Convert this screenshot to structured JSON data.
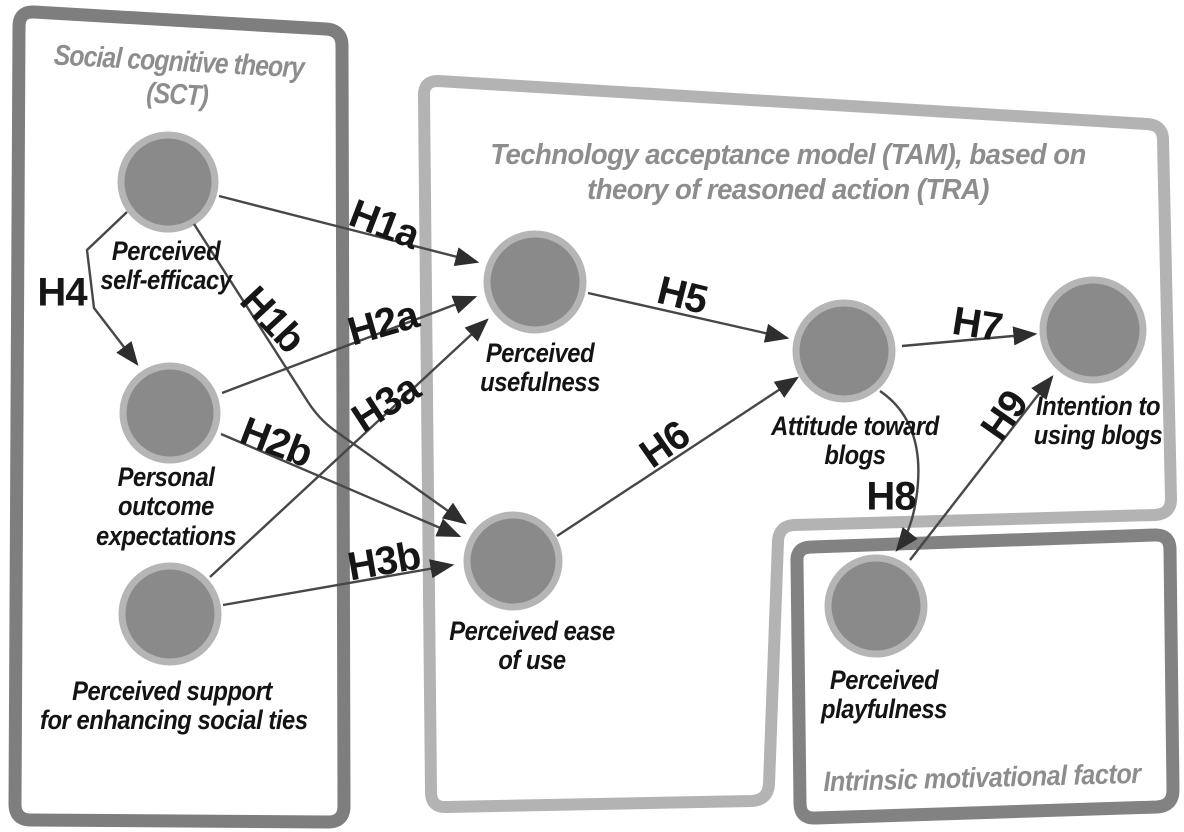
{
  "figure": {
    "boxes": {
      "sct": {
        "title_line1": "Social cognitive theory",
        "title_line2": "(SCT)",
        "border_color": "#7e7e7e"
      },
      "tam": {
        "title_line1": "Technology acceptance model (TAM), based on",
        "title_line2": "theory of reasoned action (TRA)",
        "border_color": "#b3b3b3"
      },
      "imf": {
        "title": "Intrinsic motivational factor",
        "border_color": "#828282"
      }
    },
    "nodes": [
      {
        "id": "perceived-self-efficacy",
        "lines": [
          "Perceived",
          "self-efficacy"
        ]
      },
      {
        "id": "personal-outcome-expectations",
        "lines": [
          "Personal",
          "outcome",
          "expectations"
        ]
      },
      {
        "id": "perceived-support",
        "lines": [
          "Perceived support",
          "for enhancing social ties"
        ]
      },
      {
        "id": "perceived-usefulness",
        "lines": [
          "Perceived",
          "usefulness"
        ]
      },
      {
        "id": "perceived-ease-of-use",
        "lines": [
          "Perceived ease",
          "of use"
        ]
      },
      {
        "id": "attitude-toward-blogs",
        "lines": [
          "Attitude toward",
          "blogs"
        ]
      },
      {
        "id": "intention-to-using-blogs",
        "lines": [
          "Intention to",
          "using blogs"
        ]
      },
      {
        "id": "perceived-playfulness",
        "lines": [
          "Perceived",
          "playfulness"
        ]
      }
    ],
    "hypotheses": [
      {
        "label": "H1a",
        "from": "perceived-self-efficacy",
        "to": "perceived-usefulness"
      },
      {
        "label": "H1b",
        "from": "perceived-self-efficacy",
        "to": "perceived-ease-of-use"
      },
      {
        "label": "H2a",
        "from": "personal-outcome-expectations",
        "to": "perceived-usefulness"
      },
      {
        "label": "H2b",
        "from": "personal-outcome-expectations",
        "to": "perceived-ease-of-use"
      },
      {
        "label": "H3a",
        "from": "perceived-support",
        "to": "perceived-usefulness"
      },
      {
        "label": "H3b",
        "from": "perceived-support",
        "to": "perceived-ease-of-use"
      },
      {
        "label": "H4",
        "from": "perceived-self-efficacy",
        "to": "personal-outcome-expectations"
      },
      {
        "label": "H5",
        "from": "perceived-usefulness",
        "to": "attitude-toward-blogs"
      },
      {
        "label": "H6",
        "from": "perceived-ease-of-use",
        "to": "attitude-toward-blogs"
      },
      {
        "label": "H7",
        "from": "attitude-toward-blogs",
        "to": "intention-to-using-blogs"
      },
      {
        "label": "H8",
        "from": "attitude-toward-blogs",
        "to": "perceived-playfulness"
      },
      {
        "label": "H9",
        "from": "perceived-playfulness",
        "to": "intention-to-using-blogs"
      }
    ],
    "colors": {
      "node_fill": "#8a8a8a",
      "node_ring": "#b5b5b5",
      "line": "#474747",
      "title_text": "#8d8d8d",
      "label_text": "#141414"
    }
  }
}
